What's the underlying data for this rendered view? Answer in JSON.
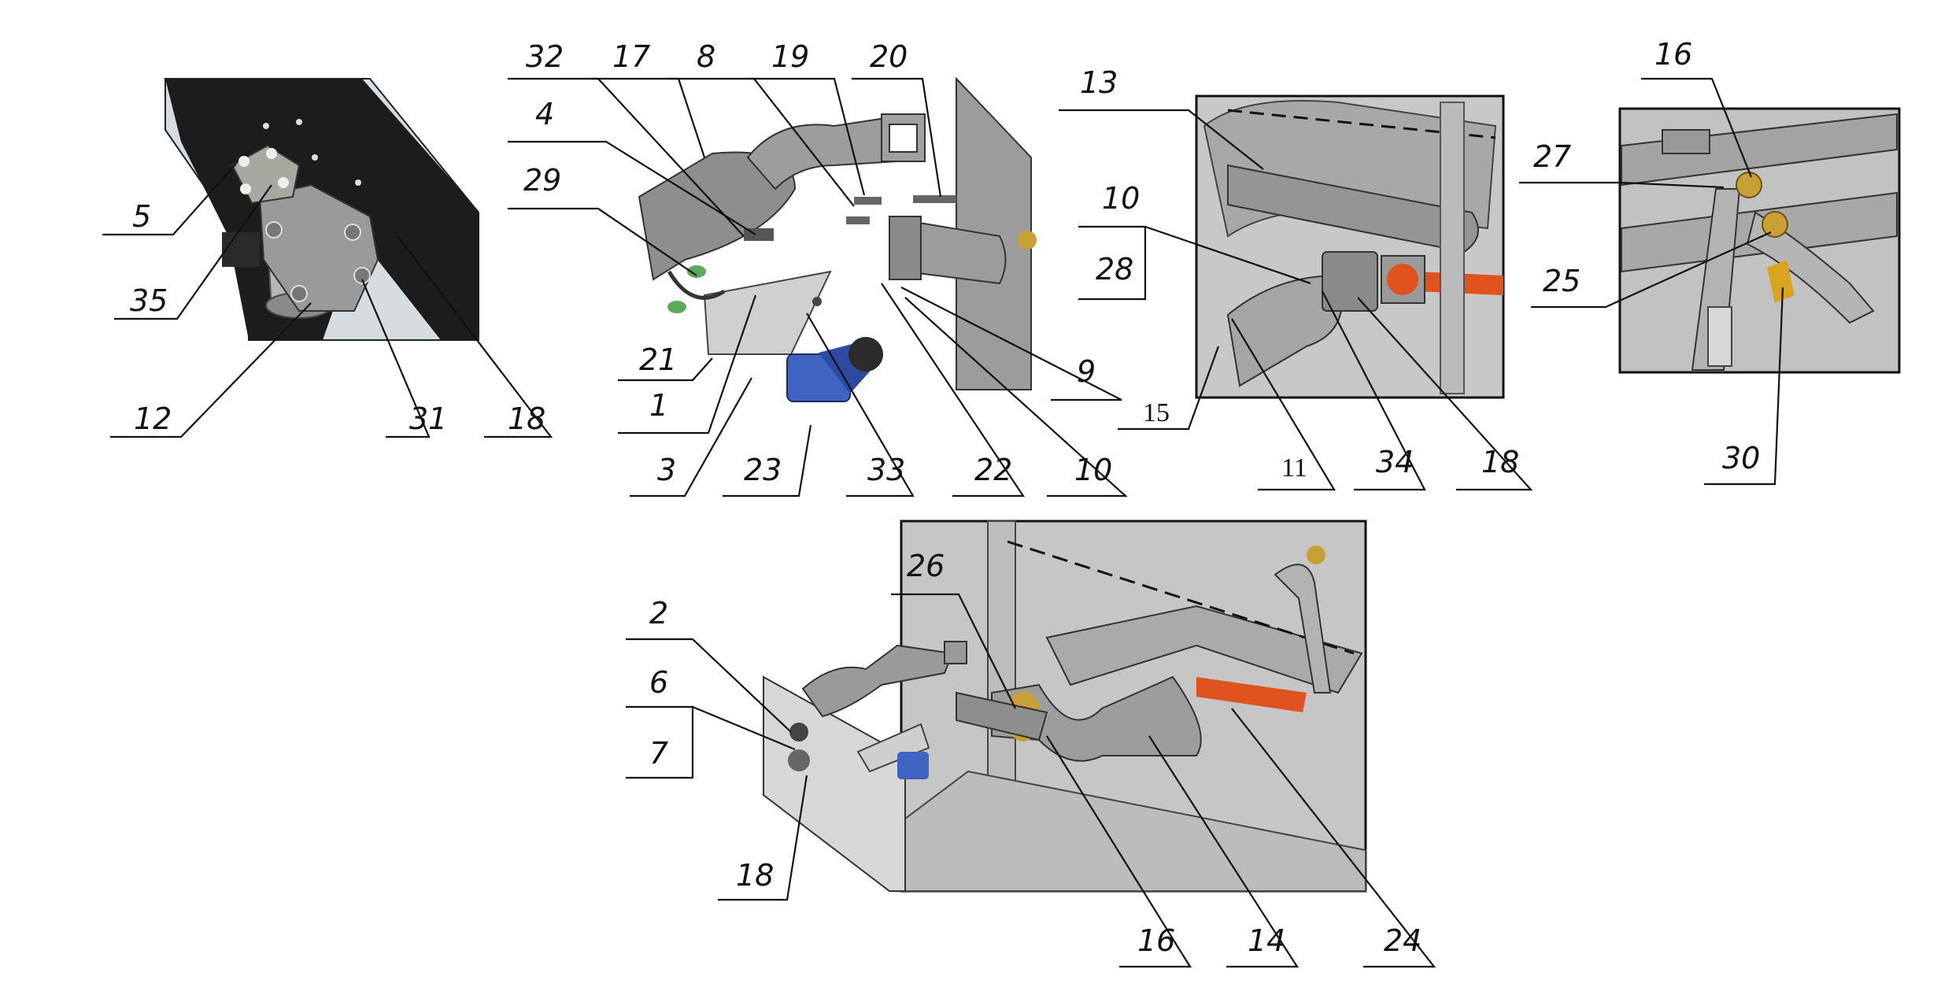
{
  "labels": {
    "v1_5": "5",
    "v1_35": "35",
    "v1_12": "12",
    "v1_31": "31",
    "v1_18": "18",
    "v2_32": "32",
    "v2_17": "17",
    "v2_8": "8",
    "v2_19": "19",
    "v2_20": "20",
    "v2_4": "4",
    "v2_29": "29",
    "v2_21": "21",
    "v2_1": "1",
    "v2_3": "3",
    "v2_23": "23",
    "v2_33": "33",
    "v2_22": "22",
    "v2_10b": "10",
    "v2_9": "9",
    "v3_13": "13",
    "v3_10": "10",
    "v3_28": "28",
    "v3_15": "15",
    "v3_11": "11",
    "v3_34": "34",
    "v3_18": "18",
    "v4_16": "16",
    "v4_27": "27",
    "v4_25": "25",
    "v4_30": "30",
    "v5_26": "26",
    "v5_2": "2",
    "v5_6": "6",
    "v5_7": "7",
    "v5_18": "18",
    "v5_16": "16",
    "v5_14": "14",
    "v5_24": "24"
  },
  "colors": {
    "dark_panel": "#1c1c1c",
    "light_panel": "#c9cfd2",
    "metal": "#8e8e8e",
    "pipe": "#b3b3b3",
    "frame_bg": "#c8c8c8",
    "orange_bar": "#e0521e",
    "blue_motor": "#3f63c0",
    "brass": "#c9a035",
    "green_clip": "#5aaa5a"
  }
}
